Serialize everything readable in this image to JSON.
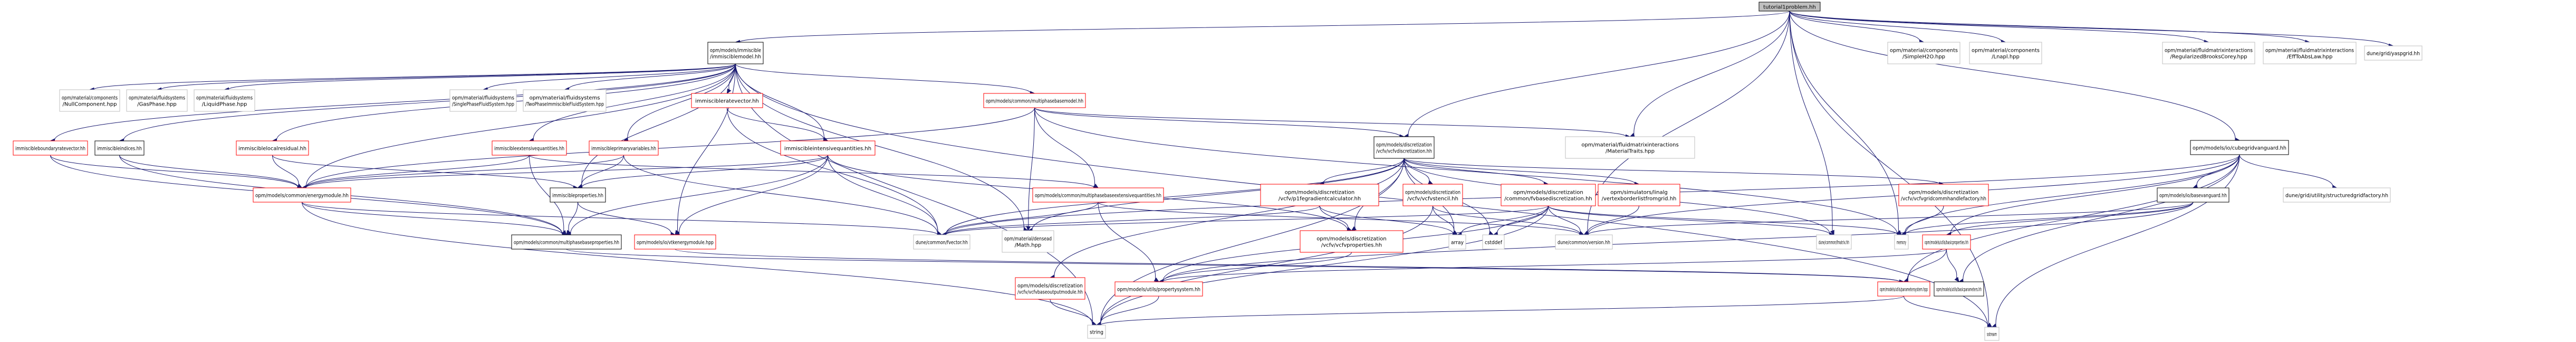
{
  "title": "tutorial1problem.hh include dependency graph",
  "style": {
    "edge_color": "#191970",
    "root_fill": "#bfbfbf",
    "documented_border": "#000000",
    "truncated_border": "#ff0000",
    "external_border": "#bfbfbf"
  },
  "nodes": [
    {
      "id": "root",
      "lines": [
        "tutorial1problem.hh"
      ],
      "kind": "root"
    },
    {
      "id": "immmodel",
      "lines": [
        "opm/models/immiscible",
        "/immisciblemodel.hh"
      ],
      "kind": "doc"
    },
    {
      "id": "simpleh2o",
      "lines": [
        "opm/material/components",
        "/SimpleH2O.hpp"
      ],
      "kind": "ext"
    },
    {
      "id": "lnapl",
      "lines": [
        "opm/material/components",
        "/Lnapl.hpp"
      ],
      "kind": "ext"
    },
    {
      "id": "regbc",
      "lines": [
        "opm/material/fluidmatrixinteractions",
        "/RegularizedBrooksCorey.hpp"
      ],
      "kind": "ext"
    },
    {
      "id": "efftoabs",
      "lines": [
        "opm/material/fluidmatrixinteractions",
        "/EffToAbsLaw.hpp"
      ],
      "kind": "ext"
    },
    {
      "id": "yasp",
      "lines": [
        "dune/grid/yaspgrid.hh"
      ],
      "kind": "ext"
    },
    {
      "id": "nullcomp",
      "lines": [
        "opm/material/components",
        "/NullComponent.hpp"
      ],
      "kind": "ext"
    },
    {
      "id": "gasphase",
      "lines": [
        "opm/material/fluidsystems",
        "/GasPhase.hpp"
      ],
      "kind": "ext"
    },
    {
      "id": "liqphase",
      "lines": [
        "opm/material/fluidsystems",
        "/LiquidPhase.hpp"
      ],
      "kind": "ext"
    },
    {
      "id": "spfs",
      "lines": [
        "opm/material/fluidsystems",
        "/SinglePhaseFluidSystem.hpp"
      ],
      "kind": "ext"
    },
    {
      "id": "tpifs",
      "lines": [
        "opm/material/fluidsystems",
        "/TwoPhaseImmiscibleFluidSystem.hpp"
      ],
      "kind": "ext"
    },
    {
      "id": "immrate",
      "lines": [
        "immiscibleratevector.hh"
      ],
      "kind": "trunc"
    },
    {
      "id": "mpbmodel",
      "lines": [
        "opm/models/common/multiphasebasemodel.hh"
      ],
      "kind": "trunc"
    },
    {
      "id": "matTraits",
      "lines": [
        "opm/material/fluidmatrixinteractions",
        "/MaterialTraits.hpp"
      ],
      "kind": "ext"
    },
    {
      "id": "immbrv",
      "lines": [
        "immiscibleboundaryratevector.hh"
      ],
      "kind": "trunc"
    },
    {
      "id": "immidx",
      "lines": [
        "immiscibleindices.hh"
      ],
      "kind": "doc"
    },
    {
      "id": "immlr",
      "lines": [
        "immisciblelocalresidual.hh"
      ],
      "kind": "trunc"
    },
    {
      "id": "immext",
      "lines": [
        "immiscibleextensivequantities.hh"
      ],
      "kind": "trunc"
    },
    {
      "id": "immpv",
      "lines": [
        "immiscibleprimaryvariables.hh"
      ],
      "kind": "trunc"
    },
    {
      "id": "immiq",
      "lines": [
        "immiscibleintensivequantities.hh"
      ],
      "kind": "trunc"
    },
    {
      "id": "vcfvdisc",
      "lines": [
        "opm/models/discretization",
        "/vcfv/vcfvdiscretization.hh"
      ],
      "kind": "doc"
    },
    {
      "id": "cubegrid",
      "lines": [
        "opm/models/io/cubegridvanguard.hh"
      ],
      "kind": "doc"
    },
    {
      "id": "energy",
      "lines": [
        "opm/models/common/energymodule.hh"
      ],
      "kind": "trunc"
    },
    {
      "id": "immprops",
      "lines": [
        "immiscibleproperties.hh"
      ],
      "kind": "doc"
    },
    {
      "id": "mpbext",
      "lines": [
        "opm/models/common/multiphasebaseextensivequantities.hh"
      ],
      "kind": "trunc"
    },
    {
      "id": "p1fe",
      "lines": [
        "opm/models/discretization",
        "/vcfv/p1fegradientcalculator.hh"
      ],
      "kind": "trunc"
    },
    {
      "id": "vcfvstencil",
      "lines": [
        "opm/models/discretization",
        "/vcfv/vcfvstencil.hh"
      ],
      "kind": "trunc"
    },
    {
      "id": "fvbasedisc",
      "lines": [
        "opm/models/discretization",
        "/common/fvbasediscretization.hh"
      ],
      "kind": "trunc"
    },
    {
      "id": "vblfg",
      "lines": [
        "opm/simulators/linalg",
        "/vertexborderlistfromgrid.hh"
      ],
      "kind": "trunc"
    },
    {
      "id": "vcfvgch",
      "lines": [
        "opm/models/discretization",
        "/vcfv/vcfvgridcommhandlefactory.hh"
      ],
      "kind": "trunc"
    },
    {
      "id": "basevang",
      "lines": [
        "opm/models/io/basevanguard.hh"
      ],
      "kind": "doc"
    },
    {
      "id": "sgfactory",
      "lines": [
        "dune/grid/utility/structuredgridfactory.hh"
      ],
      "kind": "ext"
    },
    {
      "id": "mpbprops",
      "lines": [
        "opm/models/common/multiphasebaseproperties.hh"
      ],
      "kind": "doc"
    },
    {
      "id": "vtkenergy",
      "lines": [
        "opm/models/io/vtkenergymodule.hpp"
      ],
      "kind": "trunc"
    },
    {
      "id": "fvector",
      "lines": [
        "dune/common/fvector.hh"
      ],
      "kind": "ext"
    },
    {
      "id": "mathhpp",
      "lines": [
        "opm/material/densead",
        "/Math.hpp"
      ],
      "kind": "ext"
    },
    {
      "id": "vcfvprops",
      "lines": [
        "opm/models/discretization",
        "/vcfv/vcfvproperties.hh"
      ],
      "kind": "trunc"
    },
    {
      "id": "array",
      "lines": [
        "array"
      ],
      "kind": "ext"
    },
    {
      "id": "cstddef",
      "lines": [
        "cstddef"
      ],
      "kind": "ext"
    },
    {
      "id": "version",
      "lines": [
        "dune/common/version.hh"
      ],
      "kind": "ext"
    },
    {
      "id": "fmatrix",
      "lines": [
        "dune/common/fmatrix.hh"
      ],
      "kind": "ext"
    },
    {
      "id": "memory",
      "lines": [
        "memory"
      ],
      "kind": "ext"
    },
    {
      "id": "basicprops",
      "lines": [
        "opm/models/utils/basicproperties.hh"
      ],
      "kind": "trunc"
    },
    {
      "id": "vcfvbom",
      "lines": [
        "opm/models/discretization",
        "/vcfv/vcfvbaseoutputmodule.hh"
      ],
      "kind": "trunc"
    },
    {
      "id": "propsys",
      "lines": [
        "opm/models/utils/propertysystem.hh"
      ],
      "kind": "trunc"
    },
    {
      "id": "paramsys",
      "lines": [
        "opm/models/utils/parametersystem.hpp"
      ],
      "kind": "trunc"
    },
    {
      "id": "basicparams",
      "lines": [
        "opm/models/utils/basicparameters.hh"
      ],
      "kind": "doc"
    },
    {
      "id": "string",
      "lines": [
        "string"
      ],
      "kind": "ext"
    },
    {
      "id": "sstream",
      "lines": [
        "sstream"
      ],
      "kind": "ext"
    }
  ],
  "edges": [
    [
      "root",
      "immmodel"
    ],
    [
      "root",
      "simpleh2o"
    ],
    [
      "root",
      "lnapl"
    ],
    [
      "root",
      "regbc"
    ],
    [
      "root",
      "efftoabs"
    ],
    [
      "root",
      "yasp"
    ],
    [
      "root",
      "vcfvdisc"
    ],
    [
      "root",
      "cubegrid"
    ],
    [
      "root",
      "matTraits"
    ],
    [
      "root",
      "version"
    ],
    [
      "root",
      "fmatrix"
    ],
    [
      "root",
      "memory"
    ],
    [
      "root",
      "sstream"
    ],
    [
      "immmodel",
      "nullcomp"
    ],
    [
      "immmodel",
      "gasphase"
    ],
    [
      "immmodel",
      "liqphase"
    ],
    [
      "immmodel",
      "spfs"
    ],
    [
      "immmodel",
      "tpifs"
    ],
    [
      "immmodel",
      "immrate"
    ],
    [
      "immmodel",
      "mpbmodel"
    ],
    [
      "immmodel",
      "immbrv"
    ],
    [
      "immmodel",
      "immidx"
    ],
    [
      "immmodel",
      "immlr"
    ],
    [
      "immmodel",
      "immext"
    ],
    [
      "immmodel",
      "immpv"
    ],
    [
      "immmodel",
      "immiq"
    ],
    [
      "immmodel",
      "energy"
    ],
    [
      "immmodel",
      "immprops"
    ],
    [
      "immmodel",
      "vtkenergy"
    ],
    [
      "immmodel",
      "string"
    ],
    [
      "immmodel",
      "sstream"
    ],
    [
      "immmodel",
      "mathhpp"
    ],
    [
      "immrate",
      "immiq"
    ],
    [
      "immrate",
      "fvector"
    ],
    [
      "mpbmodel",
      "mpbext"
    ],
    [
      "mpbmodel",
      "vcfvdisc"
    ],
    [
      "mpbmodel",
      "mathhpp"
    ],
    [
      "mpbmodel",
      "matTraits"
    ],
    [
      "mpbmodel",
      "memory"
    ],
    [
      "mpbmodel",
      "energy"
    ],
    [
      "immbrv",
      "energy"
    ],
    [
      "immbrv",
      "mpbprops"
    ],
    [
      "immidx",
      "energy"
    ],
    [
      "immidx",
      "mpbprops"
    ],
    [
      "immlr",
      "energy"
    ],
    [
      "immlr",
      "immprops"
    ],
    [
      "immext",
      "energy"
    ],
    [
      "immext",
      "mpbprops"
    ],
    [
      "immext",
      "mpbext"
    ],
    [
      "immpv",
      "energy"
    ],
    [
      "immpv",
      "immprops"
    ],
    [
      "immpv",
      "fvector"
    ],
    [
      "immiq",
      "immprops"
    ],
    [
      "immiq",
      "energy"
    ],
    [
      "immiq",
      "fvector"
    ],
    [
      "immiq",
      "vtkenergy"
    ],
    [
      "immiq",
      "mpbprops"
    ],
    [
      "immiq",
      "vcfvprops"
    ],
    [
      "energy",
      "mpbprops"
    ],
    [
      "energy",
      "fvector"
    ],
    [
      "energy",
      "string"
    ],
    [
      "immprops",
      "mpbprops"
    ],
    [
      "immprops",
      "vtkenergy"
    ],
    [
      "mpbprops",
      "paramsys"
    ],
    [
      "vtkenergy",
      "paramsys"
    ],
    [
      "mpbext",
      "fvector"
    ],
    [
      "mpbext",
      "propsys"
    ],
    [
      "mpbext",
      "version"
    ],
    [
      "vcfvdisc",
      "p1fe"
    ],
    [
      "vcfvdisc",
      "vcfvstencil"
    ],
    [
      "vcfvdisc",
      "fvbasedisc"
    ],
    [
      "vcfvdisc",
      "vblfg"
    ],
    [
      "vcfvdisc",
      "vcfvgch"
    ],
    [
      "vcfvdisc",
      "vcfvprops"
    ],
    [
      "vcfvdisc",
      "vcfvbom"
    ],
    [
      "vcfvdisc",
      "array"
    ],
    [
      "vcfvdisc",
      "cstddef"
    ],
    [
      "vcfvdisc",
      "string"
    ],
    [
      "vcfvdisc",
      "mathhpp"
    ],
    [
      "vcfvdisc",
      "fvector"
    ],
    [
      "vcfvdisc",
      "fmatrix"
    ],
    [
      "p1fe",
      "vcfvprops"
    ],
    [
      "p1fe",
      "fvector"
    ],
    [
      "p1fe",
      "array"
    ],
    [
      "vcfvstencil",
      "array"
    ],
    [
      "vcfvstencil",
      "version"
    ],
    [
      "vcfvstencil",
      "string"
    ],
    [
      "fvbasedisc",
      "array"
    ],
    [
      "fvbasedisc",
      "cstddef"
    ],
    [
      "fvbasedisc",
      "version"
    ],
    [
      "fvbasedisc",
      "fmatrix"
    ],
    [
      "fvbasedisc",
      "string"
    ],
    [
      "fvbasedisc",
      "memory"
    ],
    [
      "fvbasedisc",
      "fvector"
    ],
    [
      "fvbasedisc",
      "propsys"
    ],
    [
      "vblfg",
      "version"
    ],
    [
      "vcfvgch",
      "memory"
    ],
    [
      "vcfvprops",
      "propsys"
    ],
    [
      "vcfvbom",
      "string"
    ],
    [
      "cubegrid",
      "basevang"
    ],
    [
      "cubegrid",
      "sgfactory"
    ],
    [
      "cubegrid",
      "basicprops"
    ],
    [
      "cubegrid",
      "memory"
    ],
    [
      "cubegrid",
      "paramsys"
    ],
    [
      "cubegrid",
      "basicparams"
    ],
    [
      "cubegrid",
      "sstream"
    ],
    [
      "cubegrid",
      "version"
    ],
    [
      "cubegrid",
      "fvector"
    ],
    [
      "basevang",
      "basicprops"
    ],
    [
      "basevang",
      "version"
    ],
    [
      "basevang",
      "memory"
    ],
    [
      "basevang",
      "propsys"
    ],
    [
      "basicprops",
      "paramsys"
    ],
    [
      "basicprops",
      "basicparams"
    ],
    [
      "basicprops",
      "propsys"
    ],
    [
      "paramsys",
      "sstream"
    ],
    [
      "paramsys",
      "string"
    ],
    [
      "propsys",
      "string"
    ]
  ]
}
